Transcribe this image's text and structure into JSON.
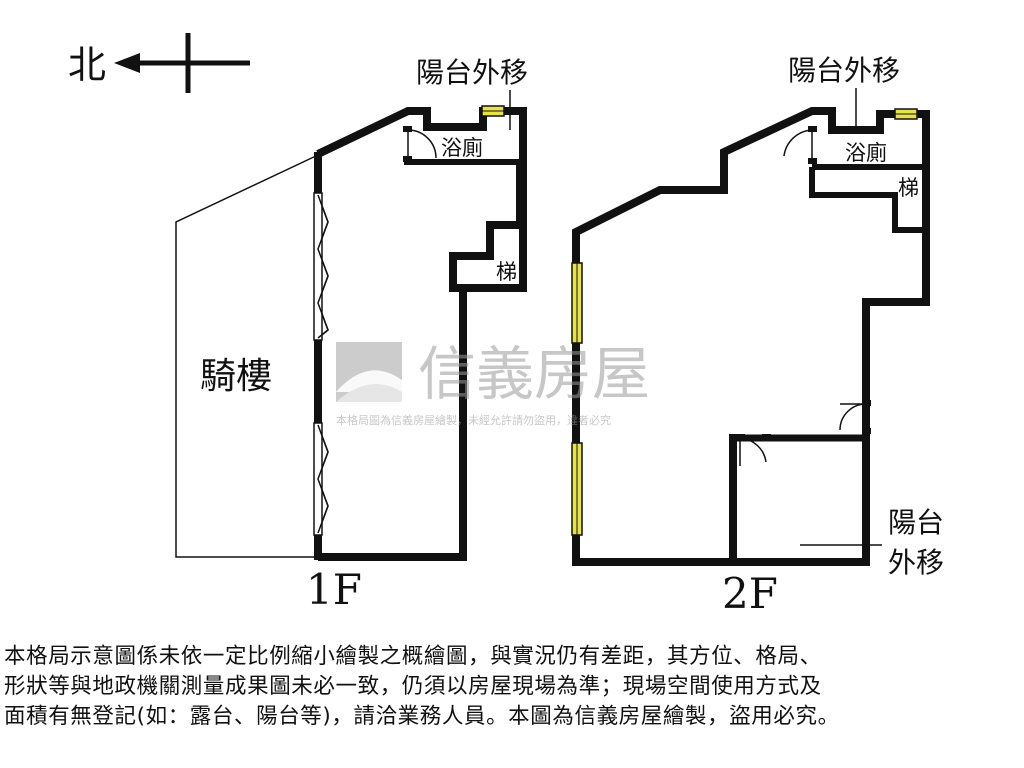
{
  "compass": {
    "label": "北"
  },
  "floor1": {
    "label": "1F",
    "arcade_label": "騎樓",
    "bath_label": "浴廁",
    "stair_label": "梯",
    "balcony_note": "陽台外移"
  },
  "floor2": {
    "label": "2F",
    "bath_label": "浴廁",
    "stair_label": "梯",
    "balcony_note_top": "陽台外移",
    "balcony_note_bottom_line1": "陽台",
    "balcony_note_bottom_line2": "外移"
  },
  "watermark": {
    "brand": "信義房屋",
    "notice": "本格局圖為信義房屋繪製，未經允許請勿盜用，違者必究"
  },
  "disclaimer": {
    "line1": "本格局示意圖係未依一定比例縮小繪製之概繪圖，與實況仍有差距，其方位、格局、",
    "line2": "形狀等與地政機關測量成果圖未必一致，仍須以房屋現場為準；現場空間使用方式及",
    "line3": "面積有無登記(如：露台、陽台等)，請洽業務人員。本圖為信義房屋繪製，盜用必究。"
  },
  "colors": {
    "wall": "#111111",
    "window": "#e8e24a",
    "watermark": "#9a9a9a"
  }
}
